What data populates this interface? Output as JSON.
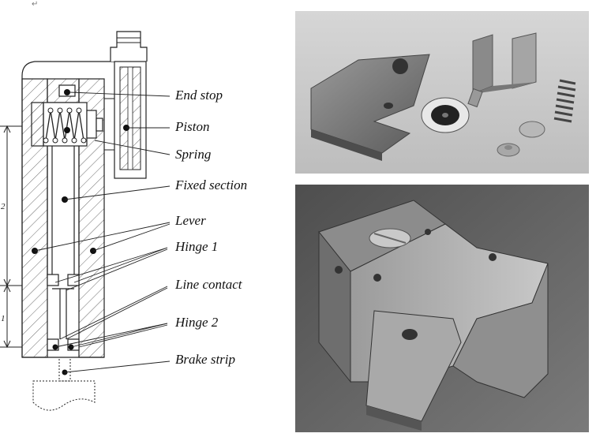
{
  "figure": {
    "corner_mark": "↵",
    "labels": {
      "end_stop": "End stop",
      "piston": "Piston",
      "spring": "Spring",
      "fixed_section": "Fixed section",
      "lever": "Lever",
      "hinge_1": "Hinge 1",
      "line_contact": "Line contact",
      "hinge_2": "Hinge 2",
      "brake_strip": "Brake strip"
    },
    "dimensions": {
      "upper": "2",
      "lower": "1"
    }
  },
  "photos": {
    "top": "photo-disassembled-parts",
    "bottom": "photo-assembled-mechanism"
  }
}
